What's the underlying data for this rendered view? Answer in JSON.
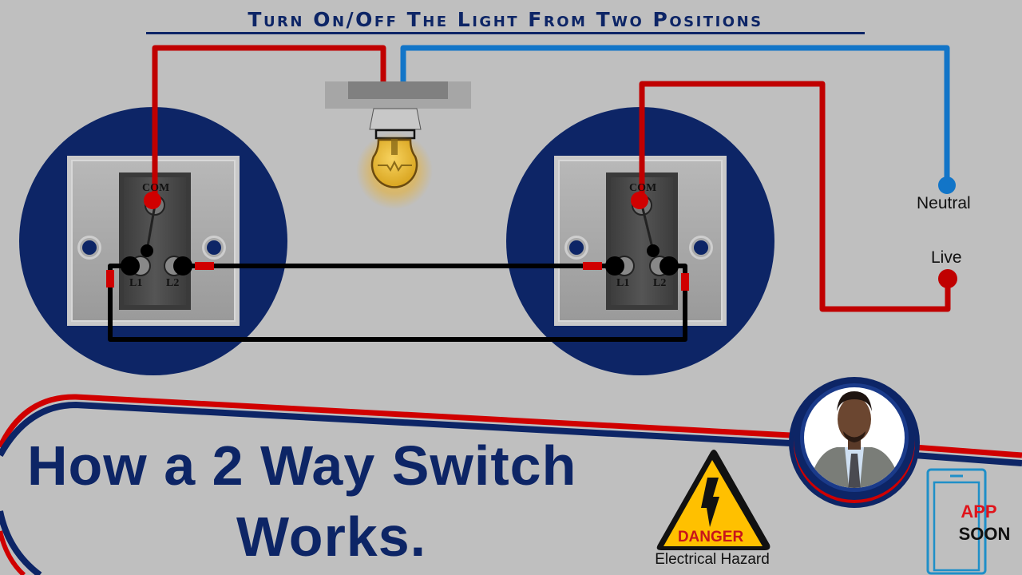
{
  "header": {
    "title": "Turn On/Off The Light From Two Positions"
  },
  "supply": {
    "neutral_label": "Neutral",
    "live_label": "Live"
  },
  "switches": [
    {
      "id": "left",
      "terminals": {
        "com": "COM",
        "l1": "L1",
        "l2": "L2"
      }
    },
    {
      "id": "right",
      "terminals": {
        "com": "COM",
        "l1": "L1",
        "l2": "L2"
      }
    }
  ],
  "headline": {
    "line1": "How a 2 Way Switch",
    "line2": "Works."
  },
  "warning": {
    "icon": "high-voltage-warning-icon",
    "label": "DANGER",
    "caption": "Electrical Hazard"
  },
  "promo": {
    "icon": "smartphone-icon",
    "line1": "APP",
    "line2": "SOON"
  },
  "presenter": {
    "avatar": "presenter-portrait"
  },
  "colors": {
    "background": "#bfbfbf",
    "navy": "#0d2566",
    "live_wire": "#c00000",
    "neutral_wire": "#1275c8",
    "strapper_wire": "#000000",
    "danger_yellow": "#ffc000",
    "bulb_glow": "#f2c230"
  }
}
